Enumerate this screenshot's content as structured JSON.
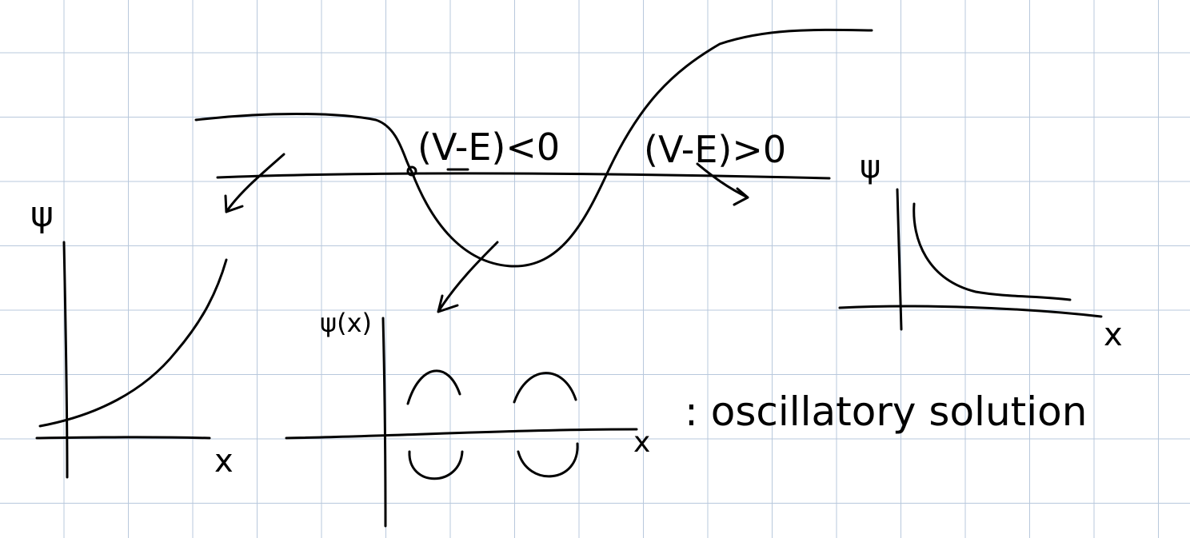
{
  "note": {
    "region_negative_label": "(V-E)<0",
    "region_positive_label": "(V-E)>0",
    "left_plot": {
      "y_label": "ψ",
      "x_label": "x"
    },
    "middle_plot": {
      "y_label": "ψ(x)",
      "x_label": "x"
    },
    "right_plot": {
      "y_label": "ψ",
      "x_label": "x"
    },
    "annotation": ": oscillatory solution"
  },
  "colors": {
    "ink": "#000000",
    "grid": "#b8c8dc",
    "paper": "#ffffff"
  }
}
